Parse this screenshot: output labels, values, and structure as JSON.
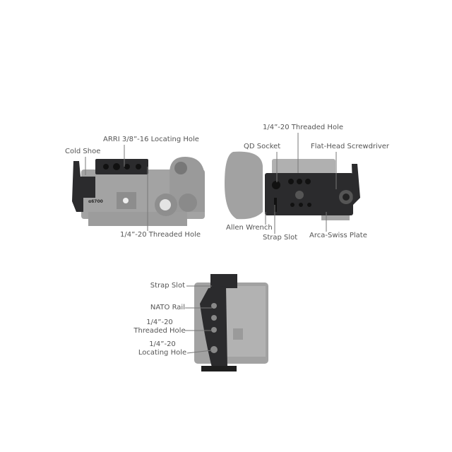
{
  "top_left_view": {
    "labels": {
      "cold_shoe": "Cold Shoe",
      "arri_hole": "ARRI 3/8”-16 Locating Hole",
      "threaded_hole": "1/4”-20 Threaded Hole"
    },
    "camera_badge": "α6700"
  },
  "top_right_view": {
    "labels": {
      "threaded_hole": "1/4”-20 Threaded Hole",
      "qd_socket": "QD Socket",
      "screwdriver": "Flat-Head Screwdriver",
      "allen_wrench": "Allen Wrench",
      "strap_slot": "Strap Slot",
      "arca_plate": "Arca-Swiss Plate"
    }
  },
  "side_view": {
    "labels": {
      "strap_slot": "Strap Slot",
      "nato_rail": "NATO Rail",
      "threaded_hole_1": "1/4”-20",
      "threaded_hole_2": "Threaded Hole",
      "locating_hole_1": "1/4”-20",
      "locating_hole_2": "Locating Hole"
    }
  },
  "colors": {
    "cage": "#2a2a2c",
    "camera": "#9a9a9a",
    "label": "#555555",
    "leader": "#777777"
  }
}
